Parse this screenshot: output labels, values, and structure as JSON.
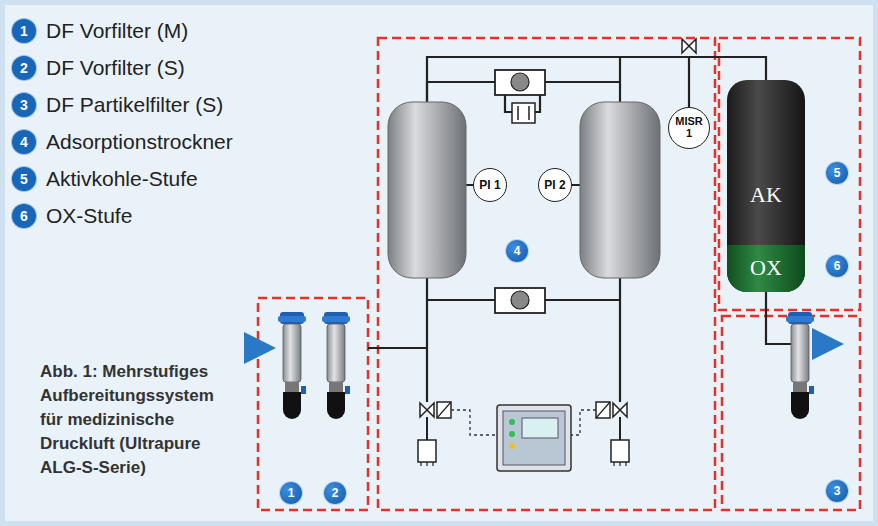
{
  "diagram": {
    "caption": "Abb. 1: Mehrstufiges Aufbereitungssystem für medizinische Druckluft (Ultrapure ALG-S-Serie)",
    "nodes": [
      {
        "text": [
          "PI 1"
        ]
      },
      {
        "text": [
          "PI 2"
        ]
      },
      {
        "text": [
          "MISR 1"
        ]
      },
      {
        "text": [
          "AK"
        ]
      },
      {
        "text": [
          "OX"
        ]
      }
    ],
    "labels": [
      "1",
      "2",
      "3",
      "4",
      "5",
      "6",
      "1",
      "2",
      "4",
      "5",
      "6",
      "3"
    ],
    "legend": [
      {
        "text": "DF Vorfilter (M)",
        "color": "#1766b8"
      },
      {
        "text": "DF Vorfilter (S)",
        "color": "#1766b8"
      },
      {
        "text": "DF Partikelfilter (S)",
        "color": "#1766b8"
      },
      {
        "text": "Adsorptionstrockner",
        "color": "#1766b8"
      },
      {
        "text": "Aktivkohle-Stufe",
        "color": "#1766b8"
      },
      {
        "text": "OX-Stufe",
        "color": "#1766b8"
      }
    ]
  }
}
